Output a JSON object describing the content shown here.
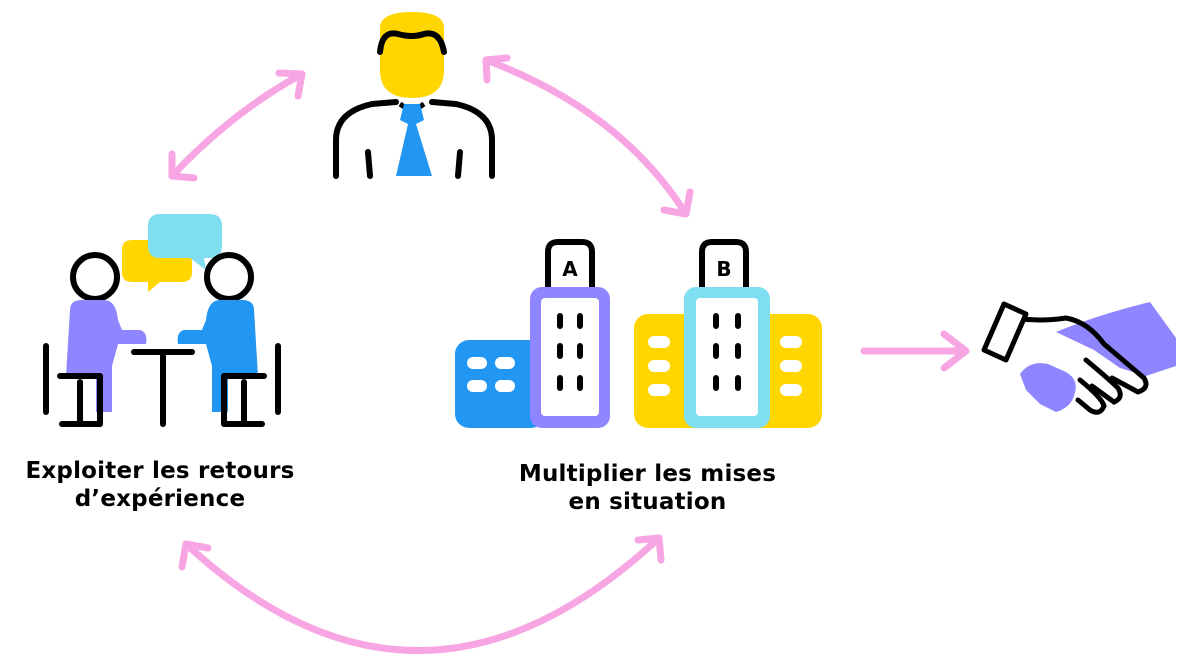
{
  "colors": {
    "arrow": "#f7a6e3",
    "outline": "#000000",
    "purple": "#8f86ff",
    "blue": "#2196f3",
    "yellow": "#ffd600",
    "cyan": "#7fdff0",
    "skin": "#ffd600",
    "white": "#ffffff"
  },
  "icons": {
    "top": "businessman-icon",
    "left": "meeting-conversation-icon",
    "right": "buildings-a-b-icon",
    "far_right": "handshake-icon"
  },
  "steps": {
    "left": {
      "line1": "Exploiter les retours",
      "line2": "d’expérience"
    },
    "right": {
      "line1": "Multiplier les mises",
      "line2": "en situation"
    }
  },
  "building_labels": {
    "a": "A",
    "b": "B"
  }
}
